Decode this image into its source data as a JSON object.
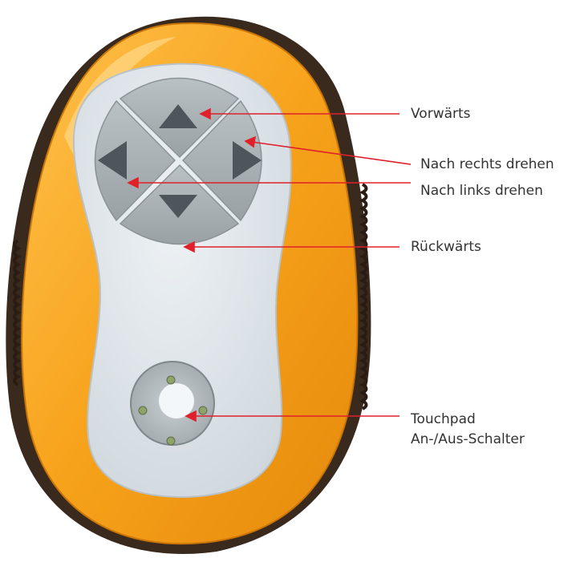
{
  "labels": {
    "forward": "Vorwärts",
    "turn_right": "Nach rechts drehen",
    "turn_left": "Nach links drehen",
    "backward": "Rückwärts",
    "touchpad_line1": "Touchpad",
    "touchpad_line2": "An-/Aus-Schalter"
  },
  "colors": {
    "shell_orange": "#F7A21B",
    "grip_dark": "#3A2A1E",
    "faceplate": "#DCE3E8",
    "button_gray": "#A9B0B4",
    "arrow_dark": "#4E565B",
    "leader_red": "#E0202A",
    "led_green": "#8EA36A"
  },
  "icons": [
    "arrow-up-icon",
    "arrow-right-icon",
    "arrow-left-icon",
    "arrow-down-icon"
  ]
}
